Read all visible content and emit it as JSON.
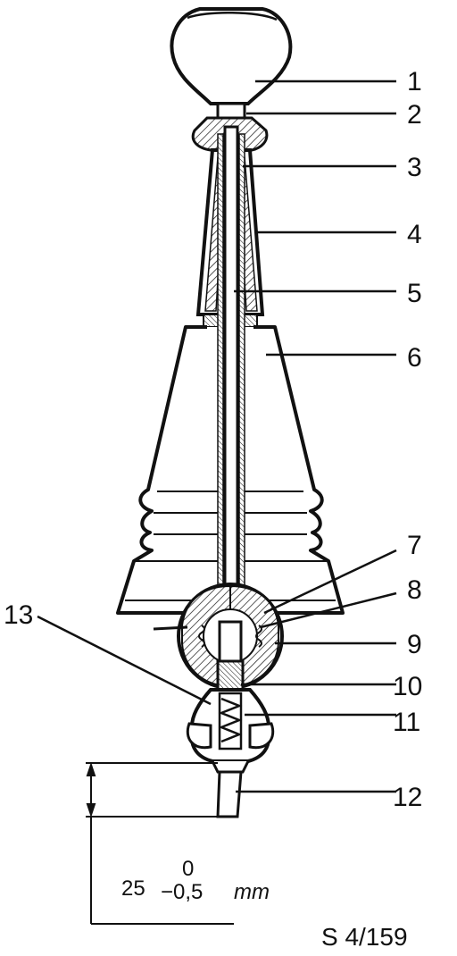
{
  "callouts": {
    "c1": "1",
    "c2": "2",
    "c3": "3",
    "c4": "4",
    "c5": "5",
    "c6": "6",
    "c7": "7",
    "c8": "8",
    "c9": "9",
    "c10": "10",
    "c11": "11",
    "c12": "12",
    "c13": "13"
  },
  "dimension": {
    "nominal": "25",
    "upper_tolerance": "0",
    "lower_tolerance": "−0,5",
    "unit": "mm"
  },
  "figure_ref": "S 4/159"
}
